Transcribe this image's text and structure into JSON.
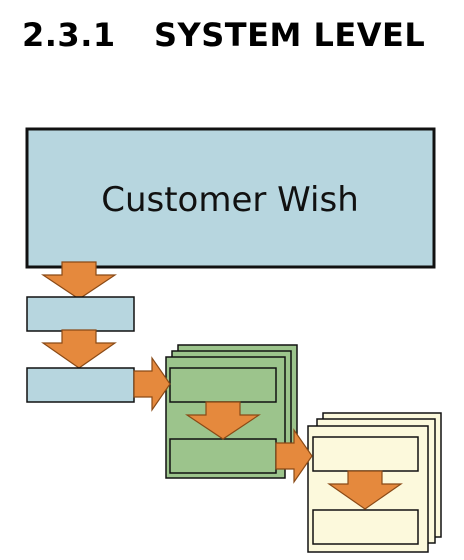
{
  "heading": {
    "number": "2.3.1",
    "title": "SYSTEM LEVEL"
  },
  "diagram": {
    "customer_wish_label": "Customer Wish"
  },
  "colors": {
    "blue_box": "#b7d6df",
    "green_box": "#9cc48c",
    "yellow_box": "#fcf9dc",
    "arrow_fill": "#e5893d",
    "arrow_stroke": "#8a4a16",
    "outline": "#111111"
  }
}
